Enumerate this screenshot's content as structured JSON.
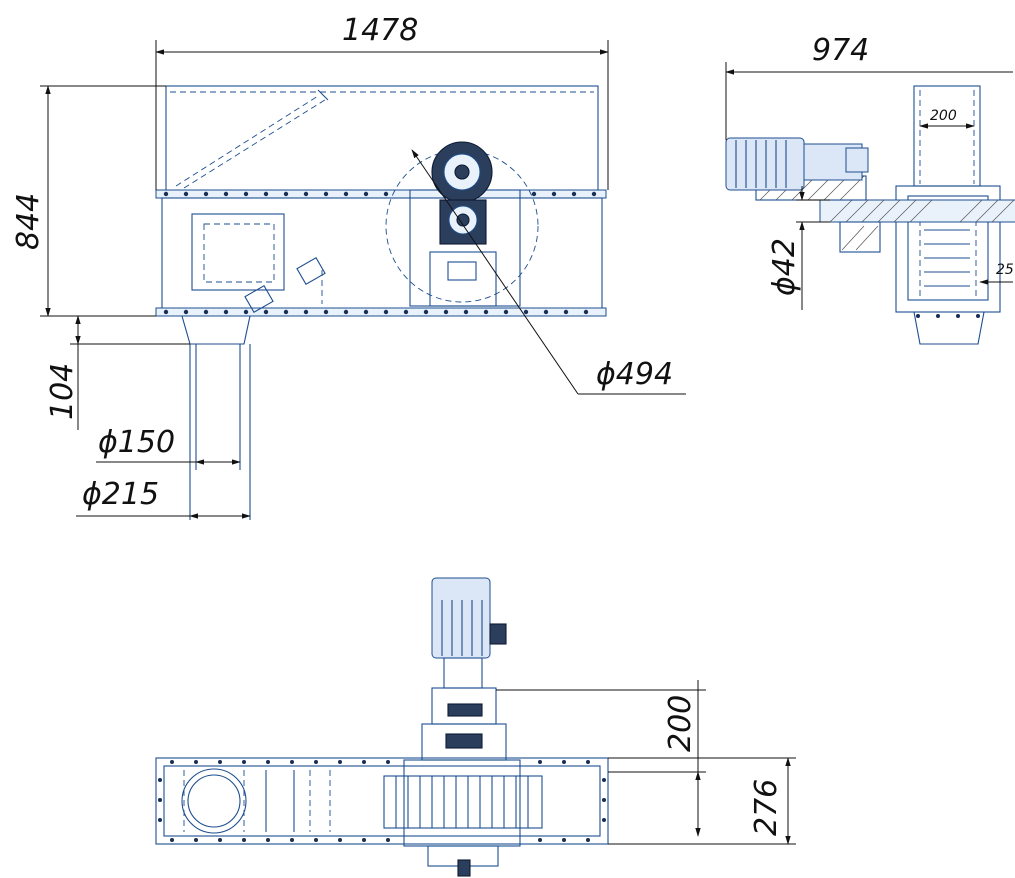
{
  "drawing": {
    "front_view": {
      "width_label": "1478",
      "height_label": "844",
      "outlet_height_label": "104",
      "inner_diameter_label": "ϕ150",
      "outer_diameter_label": "ϕ215",
      "rotor_diameter_label": "ϕ494"
    },
    "side_view": {
      "width_label": "974",
      "inner_width_label": "200",
      "shaft_diameter_label": "ϕ42",
      "partial_label": "25"
    },
    "plan_view": {
      "motor_offset_label": "200",
      "depth_label": "276"
    }
  }
}
